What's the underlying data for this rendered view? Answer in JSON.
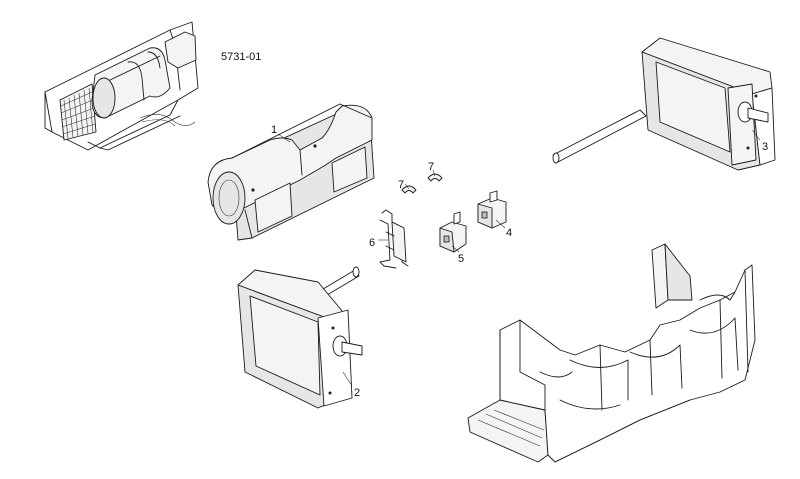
{
  "drawing": {
    "reference": "5731-01"
  },
  "callouts": [
    {
      "id": "c1",
      "text": "1"
    },
    {
      "id": "c2",
      "text": "2"
    },
    {
      "id": "c3",
      "text": "3"
    },
    {
      "id": "c4",
      "text": "4"
    },
    {
      "id": "c5",
      "text": "5"
    },
    {
      "id": "c6",
      "text": "6"
    },
    {
      "id": "c7a",
      "text": "7"
    },
    {
      "id": "c7b",
      "text": "7"
    }
  ]
}
